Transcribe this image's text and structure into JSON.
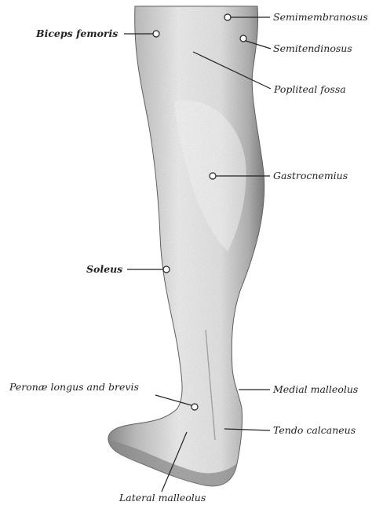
{
  "labels": {
    "semimembranosus": "Semimembranosus",
    "biceps_femoris": "Biceps femoris",
    "semitendinosus": "Semitendinosus",
    "popliteal_fossa": "Popliteal fossa",
    "gastrocnemius": "Gastrocnemius",
    "soleus": "Soleus",
    "peronae": "Peronæ longus and brevis",
    "medial_malleolus": "Medial malleolus",
    "tendo_calcaneus": "Tendo calcaneus",
    "lateral_malleolus": "Lateral malleolus"
  },
  "colors": {
    "ink": "#222222",
    "leg_fill_light": "#f3f3f3",
    "leg_fill_mid": "#c8c8c8",
    "leg_fill_dark": "#8e8e8e"
  }
}
